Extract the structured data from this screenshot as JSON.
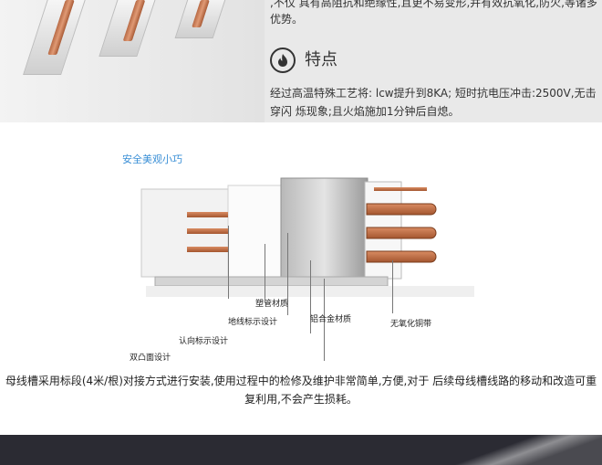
{
  "intro": {
    "line1": ",不仅 具有高阻抗和绝缘性,且更不易变形,并有效抗氧化,防火,等诸多优势。"
  },
  "features": {
    "title": "特点",
    "icon": "fire-icon",
    "text": "经过高温特殊工艺将: lcw提升到8KA; 短时抗电压冲击:2500V,无击穿闪 烁现象;且火焰施加1分钟后自熄。"
  },
  "diagram": {
    "hint": "安全美观小巧",
    "labels": {
      "plastic": "塑管材质",
      "ground": "地线标示设计",
      "alloy": "铝合金材质",
      "copper": "无氧化铜带",
      "direction": "认向标示设计",
      "convex": "双凸面设计"
    }
  },
  "description": "母线槽采用标段(4米/根)对接方式进行安装,使用过程中的检修及维护非常简单,方便,对于 后续母线槽线路的移动和改造可重复利用,不会产生损耗。",
  "colors": {
    "hint": "#3a8fd6",
    "copper": "#c97a52",
    "footer": "#2b2b33"
  }
}
